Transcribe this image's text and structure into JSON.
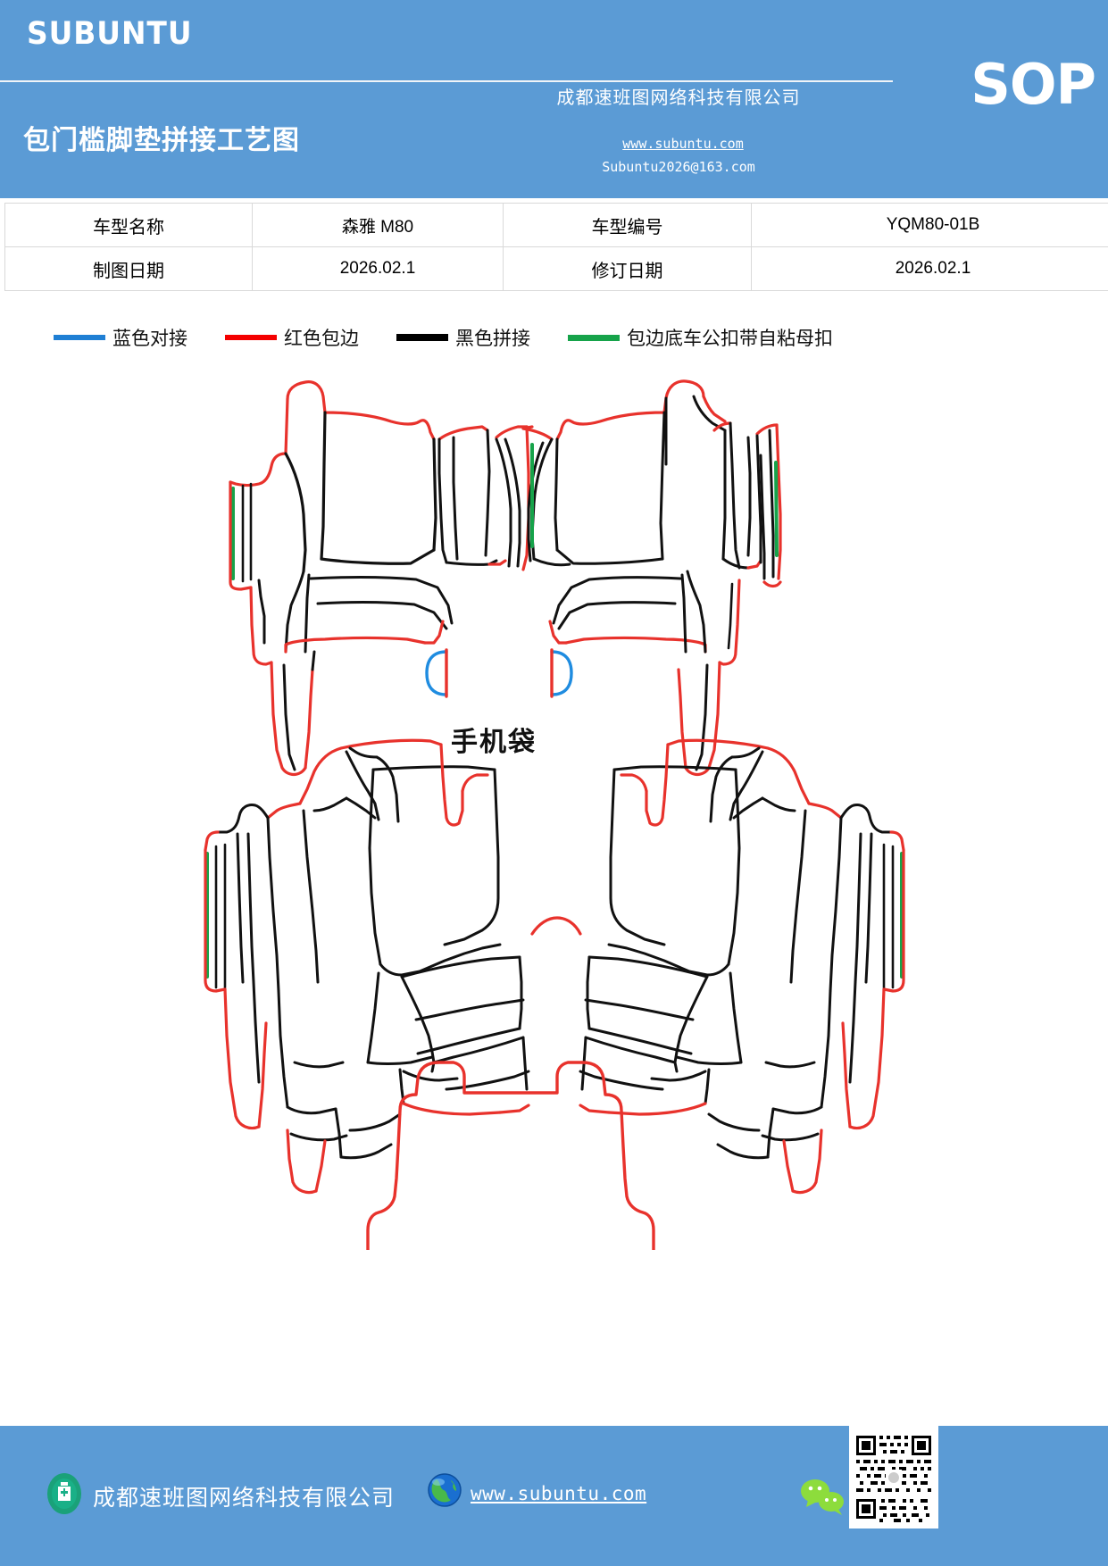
{
  "header": {
    "brand": "SUBUNTU",
    "doc_title": "包门槛脚垫拼接工艺图",
    "company_cn": "成都速班图网络科技有限公司",
    "sop_badge": "SOP",
    "website": "www.subuntu.com",
    "email": "Subuntu2026@163.com",
    "bg_color": "#5b9bd5"
  },
  "info_table": {
    "rows": [
      {
        "label_1": "车型名称",
        "value_1": "森雅 M80",
        "label_2": "车型编号",
        "value_2": "YQM80-01B"
      },
      {
        "label_1": "制图日期",
        "value_1": "2026.02.1",
        "label_2": "修订日期",
        "value_2": "2026.02.1"
      }
    ]
  },
  "legend": {
    "items": [
      {
        "label": "蓝色对接",
        "color": "#1f7fd4",
        "icon": "line-swatch-blue"
      },
      {
        "label": "红色包边",
        "color": "#f40000",
        "icon": "line-swatch-red"
      },
      {
        "label": "黑色拼接",
        "color": "#000000",
        "icon": "line-swatch-black"
      },
      {
        "label": "包边底车公扣带自粘母扣",
        "color": "#16a34a",
        "icon": "line-swatch-green"
      }
    ]
  },
  "drawing": {
    "phone_pocket_label": "手机袋",
    "stroke_colors": {
      "red_edging": "#e8322c",
      "black_seam": "#111111",
      "green_fastener": "#16a34a",
      "blue_butt_joint": "#1f8ce0"
    },
    "pieces": [
      "front-left-mat",
      "front-right-mat",
      "rear-left-mat",
      "rear-right-mat",
      "trunk-mat"
    ]
  },
  "footer": {
    "company": "成都速班图网络科技有限公司",
    "website": "www.subuntu.com",
    "company_icon": "building-icon",
    "globe_icon": "globe-icon",
    "wechat_icon": "wechat-icon",
    "qr_icon": "qr-code"
  }
}
